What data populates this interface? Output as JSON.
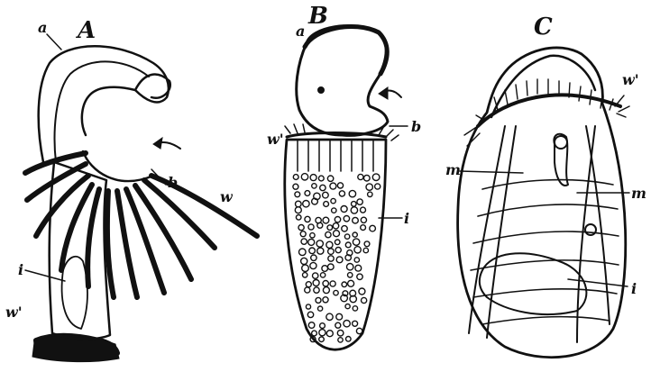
{
  "figures": [
    {
      "id": "A",
      "title": "A",
      "labels": {
        "a": "a",
        "b": "b",
        "w": "w",
        "w2": "w'",
        "i": "i"
      }
    },
    {
      "id": "B",
      "title": "B",
      "labels": {
        "a": "a",
        "b": "b",
        "w2": "w'",
        "i": "i"
      }
    },
    {
      "id": "C",
      "title": "C",
      "labels": {
        "w2": "w'",
        "m1": "m",
        "m2": "m",
        "i": "i"
      }
    }
  ],
  "ink_color": "#111111",
  "paper_color": "#ffffff"
}
